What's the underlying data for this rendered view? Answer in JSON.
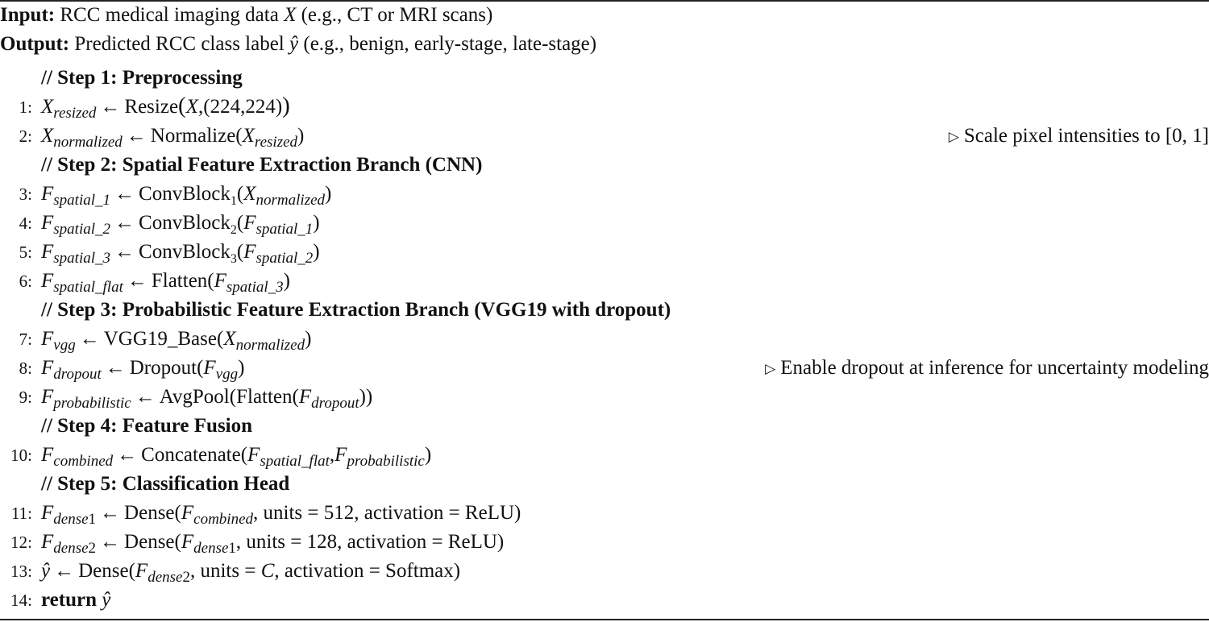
{
  "header": {
    "input_label": "Input:",
    "input_text": "RCC medical imaging data",
    "input_var": "X",
    "input_rest": "(e.g., CT or MRI scans)",
    "output_label": "Output:",
    "output_text": "Predicted RCC class label",
    "output_var": "ŷ",
    "output_rest": "(e.g., benign, early-stage, late-stage)"
  },
  "steps": {
    "s1": "// Step 1: Preprocessing",
    "s2": "// Step 2: Spatial Feature Extraction Branch (CNN)",
    "s3": "// Step 3: Probabilistic Feature Extraction Branch (VGG19 with dropout)",
    "s4": "// Step 4: Feature Fusion",
    "s5": "// Step 5: Classification Head"
  },
  "line_numbers": [
    "1:",
    "2:",
    "3:",
    "4:",
    "5:",
    "6:",
    "7:",
    "8:",
    "9:",
    "10:",
    "11:",
    "12:",
    "13:",
    "14:"
  ],
  "comments": {
    "c2": "Scale pixel intensities to [0, 1]",
    "c8": "Enable dropout at inference for uncertainty modeling"
  },
  "symbols": {
    "comment_marker": "▷"
  },
  "tokens": {
    "arrow": "←",
    "X": "X",
    "F": "F",
    "C": "C",
    "yhat": "ŷ",
    "resized": "resized",
    "normalized": "normalized",
    "spatial_1": "spatial_1",
    "spatial_2": "spatial_2",
    "spatial_3": "spatial_3",
    "spatial_flat": "spatial_flat",
    "vgg": "vgg",
    "dropout": "dropout",
    "probabilistic": "probabilistic",
    "combined": "combined",
    "dense": "dense",
    "one": "1",
    "two": "2",
    "three": "3",
    "Resize": "Resize",
    "Normalize": "Normalize",
    "ConvBlock": "ConvBlock",
    "Flatten": "Flatten",
    "VGG19_Base": "VGG19_Base",
    "Dropout": "Dropout",
    "AvgPool": "AvgPool",
    "Concatenate": "Concatenate",
    "Dense": "Dense",
    "resize_args": ",(224,224)",
    "units512": "units = 512,",
    "units128": "units = 128,",
    "units": "units =",
    "activation_relu": "activation = ReLU",
    "activation_softmax": "activation = Softmax",
    "return": "return"
  }
}
